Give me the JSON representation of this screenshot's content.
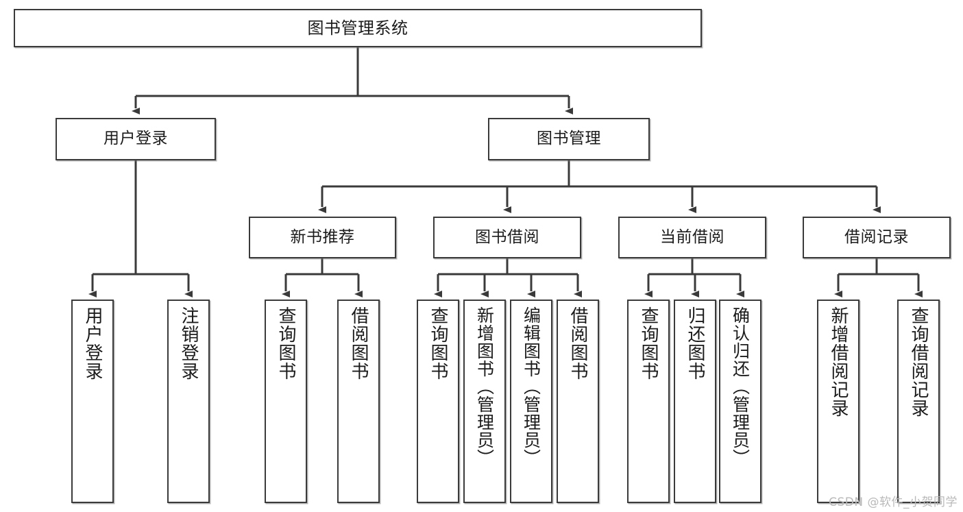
{
  "diagram": {
    "title": "图书管理系统",
    "type": "tree-hierarchy-chart",
    "line_color": "#3a3a3a",
    "box_fill": "#ffffff",
    "box_border": "#3a3a3a",
    "text_color": "#1b1b1b"
  },
  "nodes": {
    "root": {
      "label": "图书管理系统"
    },
    "level2": [
      {
        "label": "用户登录"
      },
      {
        "label": "图书管理"
      }
    ],
    "level3": [
      {
        "label": "新书推荐"
      },
      {
        "label": "图书借阅"
      },
      {
        "label": "当前借阅"
      },
      {
        "label": "借阅记录"
      }
    ],
    "leaves": {
      "user_login": [
        {
          "label": "用户登录"
        },
        {
          "label": "注销登录"
        }
      ],
      "new_book_recommend": [
        {
          "label": "查询图书"
        },
        {
          "label": "借阅图书"
        }
      ],
      "book_borrow": [
        {
          "label": "查询图书"
        },
        {
          "label": "新增图书（管理员）"
        },
        {
          "label": "编辑图书（管理员）"
        },
        {
          "label": "借阅图书"
        }
      ],
      "current_borrow": [
        {
          "label": "查询图书"
        },
        {
          "label": "归还图书"
        },
        {
          "label": "确认归还（管理员）"
        }
      ],
      "borrow_record": [
        {
          "label": "新增借阅记录"
        },
        {
          "label": "查询借阅记录"
        }
      ]
    }
  },
  "watermark": {
    "text": "CSDN @软件_小贺同学",
    "color": "#b9b9b9"
  }
}
